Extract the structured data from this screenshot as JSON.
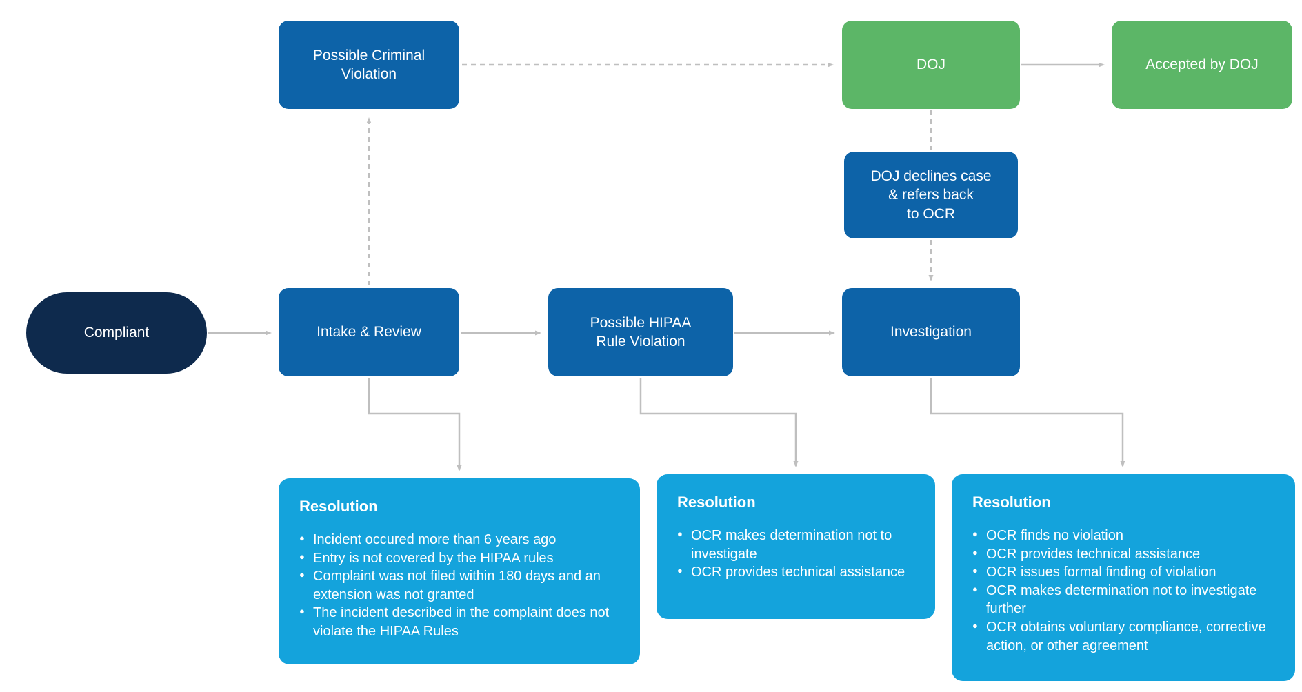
{
  "colors": {
    "navy": "#0e2a4d",
    "blue": "#0d63a8",
    "light_blue": "#14a3dc",
    "green": "#5cb667",
    "arrow_gray": "#bfbfbf",
    "text": "#ffffff"
  },
  "nodes": {
    "compliant": {
      "label": "Compliant"
    },
    "intake": {
      "label": "Intake & Review"
    },
    "criminal": {
      "label": "Possible Criminal\nViolation"
    },
    "hipaa": {
      "label": "Possible HIPAA\nRule Violation"
    },
    "investigation": {
      "label": "Investigation"
    },
    "doj": {
      "label": "DOJ"
    },
    "accepted": {
      "label": "Accepted by DOJ"
    },
    "declines": {
      "label": "DOJ declines case\n& refers back\nto OCR"
    }
  },
  "resolutions": [
    {
      "title": "Resolution",
      "bullets": [
        "Incident occured more than 6 years ago",
        "Entry is not covered by the HIPAA rules",
        "Complaint was not filed within 180 days and an extension was not granted",
        "The incident described in the complaint does not violate the HIPAA Rules"
      ]
    },
    {
      "title": "Resolution",
      "bullets": [
        "OCR makes determination not to investigate",
        "OCR provides technical assistance"
      ]
    },
    {
      "title": "Resolution",
      "bullets": [
        "OCR finds no violation",
        "OCR provides technical assistance",
        "OCR issues formal finding of violation",
        "OCR makes determination not to investigate further",
        "OCR obtains voluntary compliance, corrective action, or other agreement"
      ]
    }
  ]
}
